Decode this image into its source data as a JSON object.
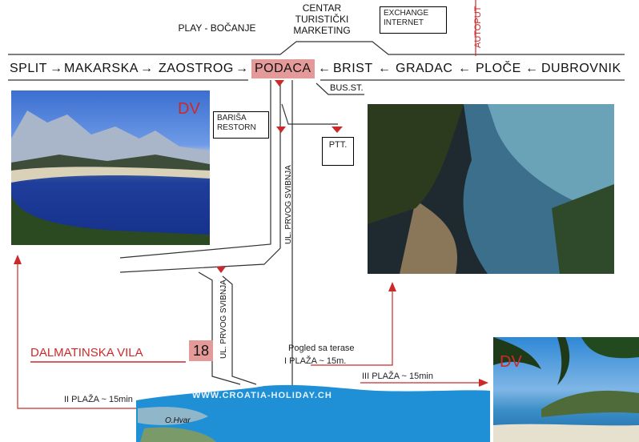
{
  "top_labels": {
    "play": "PLAY - BOČANJE",
    "center_line1": "CENTAR",
    "center_line2": "TURISTIČKI",
    "center_line3": "MARKETING",
    "exchange_line1": "EXCHANGE",
    "exchange_line2": "INTERNET",
    "autoput": "AUTOPUT"
  },
  "route": {
    "split": "SPLIT",
    "makarska": "MAKARSKA",
    "zaostrog": "ZAOSTROG",
    "podaca": "PODACA",
    "brist": "BRIST",
    "gradac": "GRADAC",
    "ploce": "PLOČE",
    "dubrovnik": "DUBROVNIK",
    "arrow_right": "→",
    "arrow_left": "←"
  },
  "bus_station": "BUS.ST.",
  "ptt": "PTT.",
  "barisa_line1": "BARIŠA",
  "barisa_line2": "RESTORN",
  "dv_top": "DV",
  "dv_bottom": "DV",
  "street_upper": "UL. PRVOG SVIBNJA",
  "street_lower": "UL. PRVOG SVIBNJA",
  "villa_name": "DALMATINSKA VILA",
  "villa_number": "18",
  "terrace_caption": "Pogled sa terase",
  "beach1": "I PLAŽA ~ 15m.",
  "beach2": "II PLAŽA ~ 15min",
  "beach3": "III PLAŽA ~ 15min",
  "island": "O.Hvar",
  "watermark": "WWW.CROATIA-HOLIDAY.CH",
  "colors": {
    "accent_red": "#cc2a2a",
    "pink_box": "#e59a9a",
    "sea": "#1f8fd6"
  }
}
